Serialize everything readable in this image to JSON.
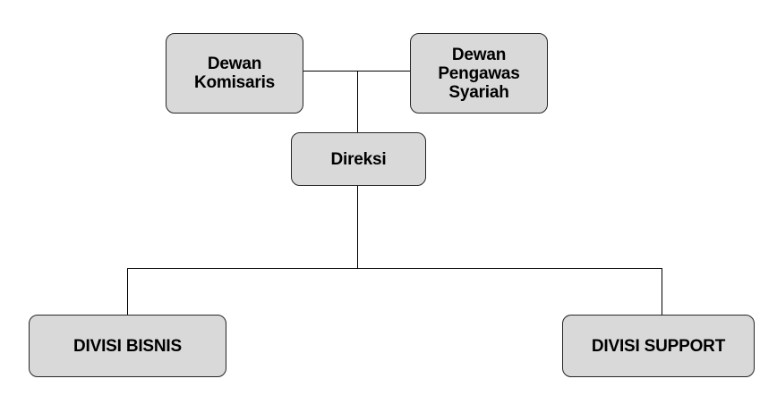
{
  "nodes": {
    "dewan_komisaris": "Dewan\nKomisaris",
    "dewan_pengawas_syariah": "Dewan\nPengawas\nSyariah",
    "direksi": "Direksi",
    "divisi_bisnis": "DIVISI BISNIS",
    "divisi_support": "DIVISI SUPPORT"
  },
  "colors": {
    "box_fill": "#d9d9d9",
    "box_border": "#262626",
    "line": "#000000",
    "text": "#000000"
  }
}
